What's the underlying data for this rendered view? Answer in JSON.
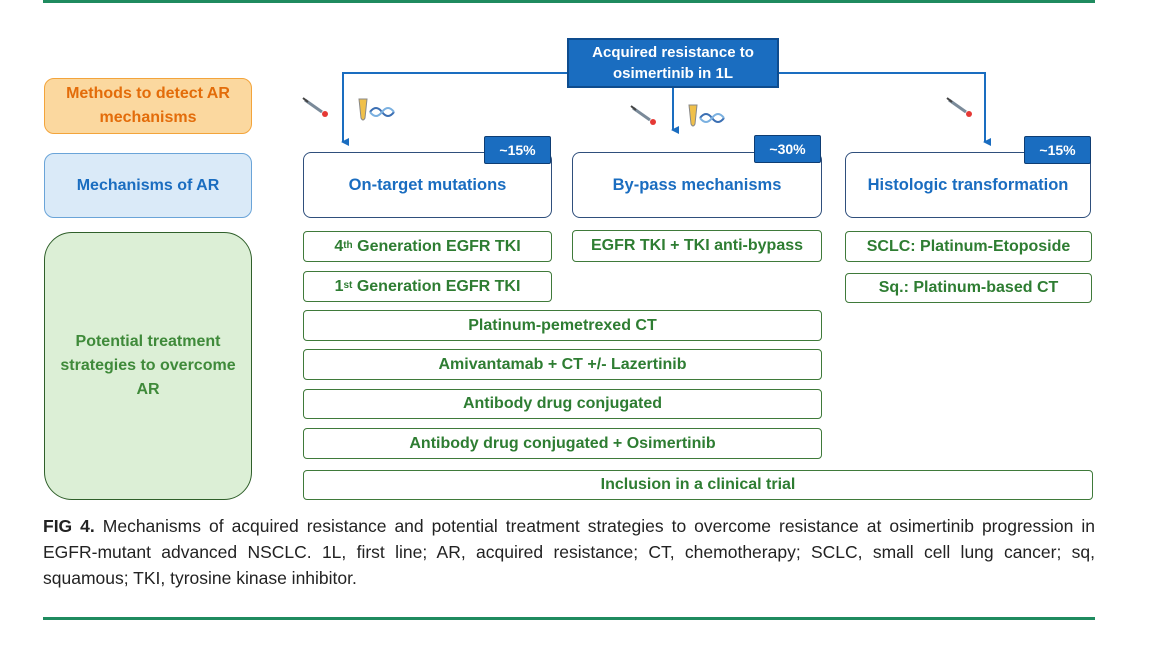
{
  "top": {
    "acquired_resistance": "Acquired resistance to osimertinib in 1L"
  },
  "left_labels": {
    "methods": "Methods to detect AR mechanisms",
    "mechanisms": "Mechanisms of AR",
    "strategies": "Potential treatment strategies to overcome AR"
  },
  "mechanisms": [
    {
      "label": "On-target mutations",
      "badge": "~15%"
    },
    {
      "label": "By-pass mechanisms",
      "badge": "~30%"
    },
    {
      "label": "Histologic transformation",
      "badge": "~15%"
    }
  ],
  "treatments": {
    "fourth_gen_num": "4",
    "fourth_gen_sup": "th",
    "fourth_gen_rest": " Generation EGFR TKI",
    "first_gen_num": "1",
    "first_gen_sup": "st",
    "first_gen_rest": " Generation EGFR TKI",
    "bypass": "EGFR TKI + TKI anti-bypass",
    "sclc": "SCLC: Platinum-Etoposide",
    "sq": "Sq.: Platinum-based CT",
    "platinum_pemetrexed": "Platinum-pemetrexed CT",
    "amivantamab": "Amivantamab + CT +/- Lazertinib",
    "adc": "Antibody drug conjugated",
    "adc_osimertinib": "Antibody drug conjugated + Osimertinib",
    "clinical_trial": "Inclusion in a clinical trial"
  },
  "icons": [
    "syringe-icon",
    "tube-dna-icon"
  ],
  "caption": {
    "label": "FIG 4.",
    "text": " Mechanisms of acquired resistance and potential treatment strategies to overcome resistance at osimertinib progression in EGFR-mutant advanced NSCLC. 1L, first line; AR, acquired resistance; CT, chemotherapy; SCLC, small cell lung cancer; sq, squamous; TKI, tyrosine kinase inhibitor."
  },
  "colors": {
    "blue": "#1a6dc0",
    "green": "#2e7d32",
    "orange": "#e36c0a",
    "rule": "#1f8b5f"
  }
}
